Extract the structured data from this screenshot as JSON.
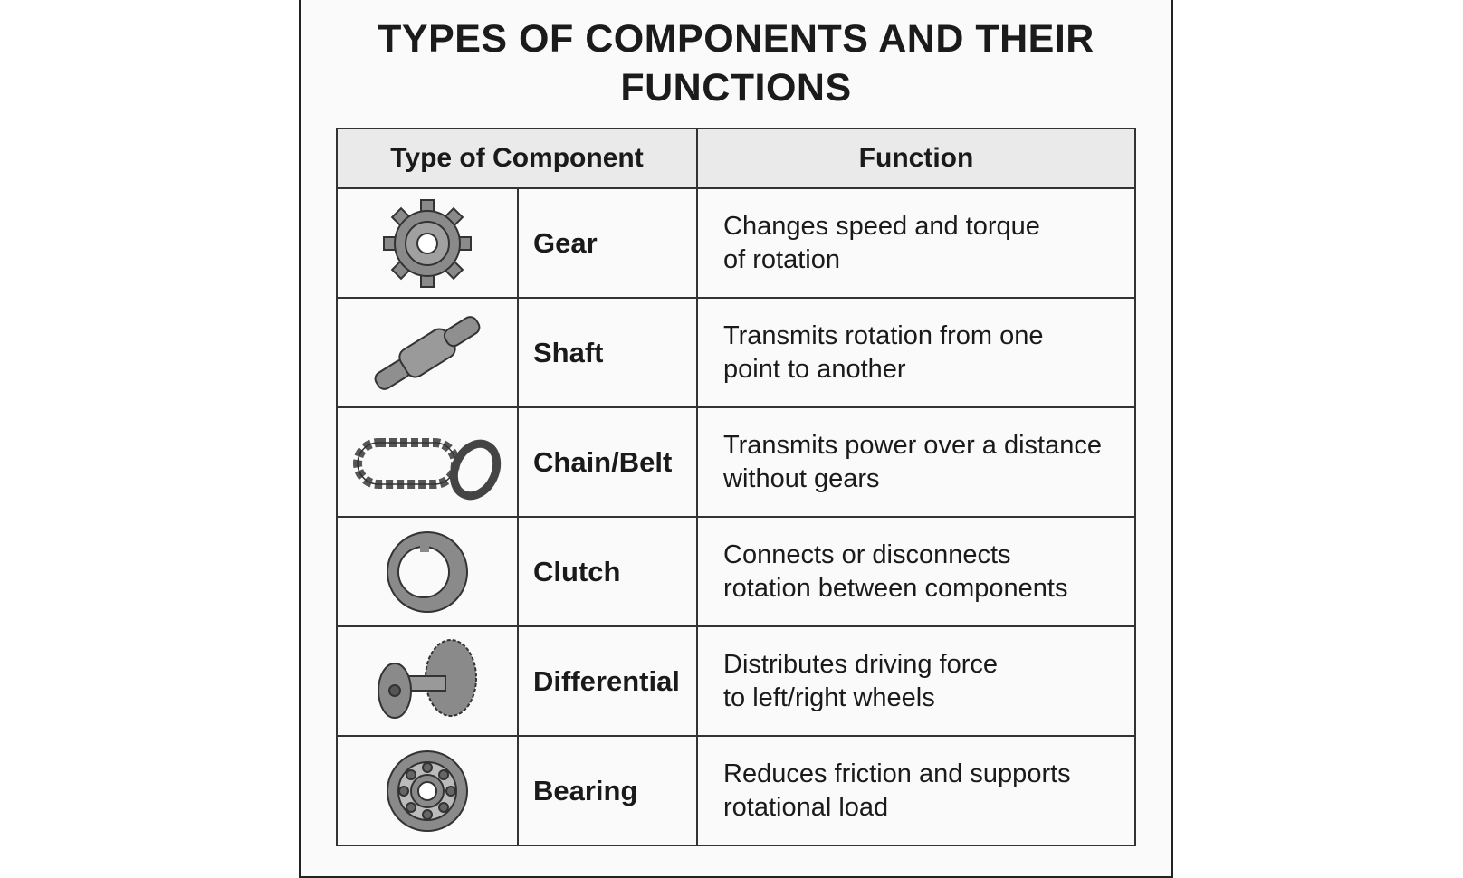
{
  "title_line1": "TYPES OF COMPONENTS AND THEIR",
  "title_line2": "FUNCTIONS",
  "headers": {
    "component": "Type of Component",
    "function": "Function"
  },
  "rows": [
    {
      "icon": "gear-icon",
      "name": "Gear",
      "func1": "Changes speed and torque",
      "func2": "of rotation"
    },
    {
      "icon": "shaft-icon",
      "name": "Shaft",
      "func1": "Transmits rotation from one",
      "func2": "point to another"
    },
    {
      "icon": "chain-belt-icon",
      "name": "Chain/Belt",
      "func1": "Transmits power over a distance",
      "func2": "without gears"
    },
    {
      "icon": "clutch-icon",
      "name": "Clutch",
      "func1": "Connects or disconnects",
      "func2": "rotation between components"
    },
    {
      "icon": "differential-icon",
      "name": "Differential",
      "func1": "Distributes driving force",
      "func2": "to left/right wheels"
    },
    {
      "icon": "bearing-icon",
      "name": "Bearing",
      "func1": "Reduces friction and supports",
      "func2": "rotational load"
    }
  ]
}
